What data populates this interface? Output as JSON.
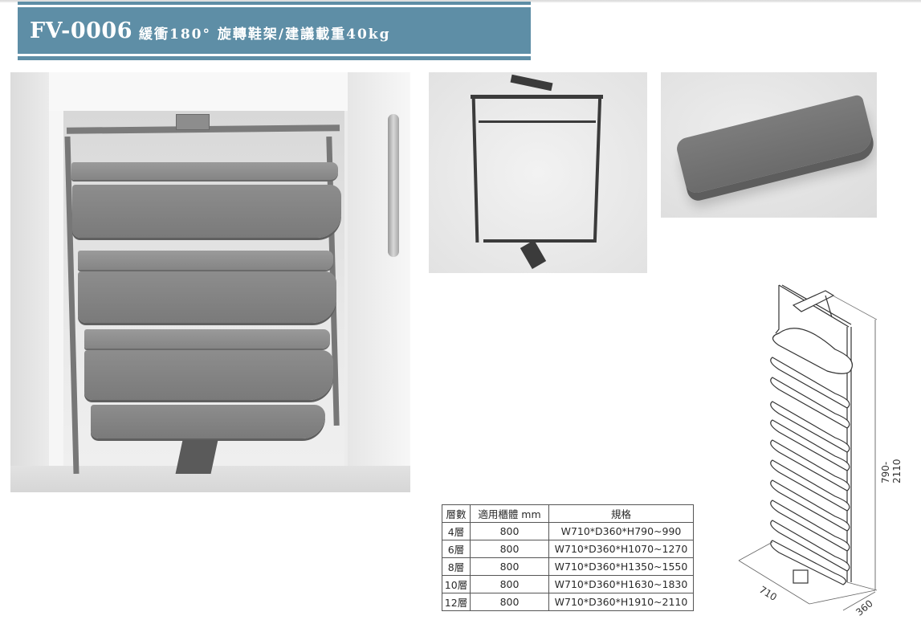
{
  "header": {
    "model": "FV-0006",
    "subtitle": "緩衝180° 旋轉鞋架/建議載重40kg",
    "band_color": "#5e8ea6"
  },
  "images": {
    "main_photo": "rotating-shoe-rack-in-cabinet",
    "frame_photo": "rotating-frame-hardware",
    "tray_photo": "shoe-shelf-tray",
    "drawing": "isometric-technical-drawing"
  },
  "spec_table": {
    "headers": [
      "層數",
      "適用櫃體 mm",
      "規格"
    ],
    "rows": [
      [
        "4層",
        "800",
        "W710*D360*H790~990"
      ],
      [
        "6層",
        "800",
        "W710*D360*H1070~1270"
      ],
      [
        "8層",
        "800",
        "W710*D360*H1350~1550"
      ],
      [
        "10層",
        "800",
        "W710*D360*H1630~1830"
      ],
      [
        "12層",
        "800",
        "W710*D360*H1910~2110"
      ]
    ]
  },
  "drawing_dimensions": {
    "height": "790-2110",
    "width": "710",
    "depth": "360"
  }
}
